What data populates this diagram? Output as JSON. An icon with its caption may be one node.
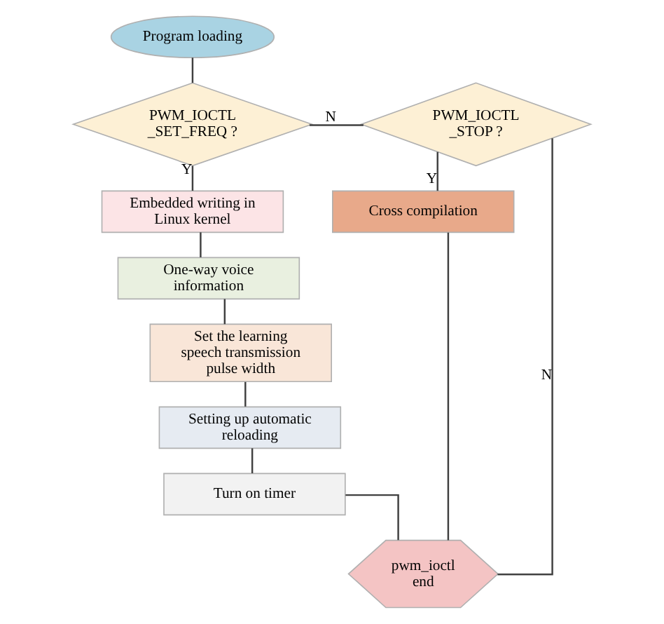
{
  "diagram": {
    "nodes": [
      {
        "text": [
          "Program loading"
        ]
      },
      {
        "text": [
          "PWM_IOCTL _SET_FREQ ?"
        ]
      },
      {
        "text": [
          "PWM_IOCTL _STOP ?"
        ]
      },
      {
        "text": [
          "Embedded writing in Linux kernel"
        ]
      },
      {
        "text": [
          "One-way voice information"
        ]
      },
      {
        "text": [
          "Set the learning speech transmission pulse width"
        ]
      },
      {
        "text": [
          "Setting up automatic reloading"
        ]
      },
      {
        "text": [
          "Turn on timer"
        ]
      },
      {
        "text": [
          "Cross compilation"
        ]
      },
      {
        "text": [
          "pwm_ioctl end"
        ]
      }
    ],
    "edges": [
      {
        "from": 0,
        "to": 1,
        "arrow": "none"
      },
      {
        "from": 1,
        "to": 3,
        "arrow": "none",
        "label": "Y"
      },
      {
        "from": 3,
        "to": 4,
        "arrow": "none"
      },
      {
        "from": 4,
        "to": 5,
        "arrow": "none"
      },
      {
        "from": 5,
        "to": 6,
        "arrow": "none"
      },
      {
        "from": 6,
        "to": 7,
        "arrow": "none"
      },
      {
        "from": 7,
        "to": 9,
        "arrow": "none"
      },
      {
        "from": 1,
        "to": 2,
        "arrow": "none",
        "label": "N"
      },
      {
        "from": 2,
        "to": 8,
        "arrow": "none",
        "label": "Y"
      },
      {
        "from": 2,
        "to": 9,
        "arrow": "none",
        "label": "N"
      },
      {
        "from": 8,
        "to": 9,
        "arrow": "none"
      }
    ]
  }
}
